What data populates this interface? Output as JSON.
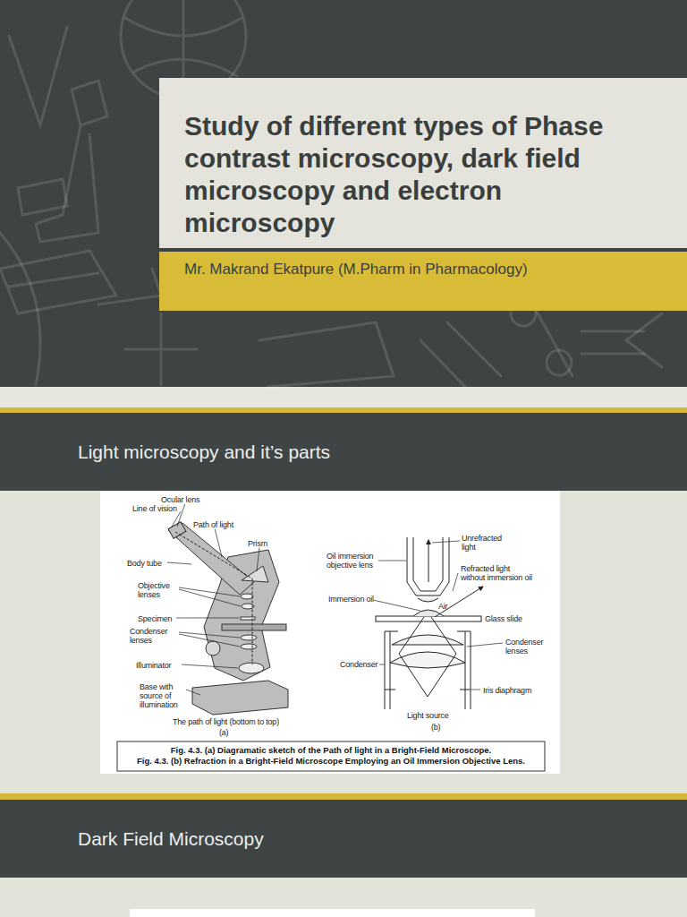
{
  "diagram": {
    "nodes": [
      {
        "text": [
          "Study of different types of Phase contrast microscopy, dark field microscopy and electron microscopy"
        ]
      },
      {
        "text": [
          "Mr. Makrand Ekatpure (M.Pharm in Pharmacology)"
        ]
      },
      {
        "text": [
          "Light microscopy and it’s parts"
        ]
      },
      {
        "text": [
          "Fig. 4.3. (a) Diagramatic sketch of the Path of light in a Bright-Field Microscope.",
          "Fig. 4.3. (b) Refraction in a Bright-Field Microscope Employing an Oil Immersion Objective Lens."
        ]
      },
      {
        "text": [
          "Dark Field Microscopy"
        ]
      }
    ],
    "labels": [
      "Ocular lens",
      "Line of vision",
      "Path of light",
      "Prism",
      "Body tube",
      "Objective lenses",
      "Specimen",
      "Condenser lenses",
      "Illuminator",
      "Base with source of illumination",
      "The path of light (bottom to top)",
      "(a)",
      "Unrefracted light",
      "Oil immersion objective lens",
      "Refracted light without immersion oil",
      "Immersion oil",
      "Air",
      "Glass slide",
      "Condenser lenses",
      "Condenser",
      "Iris diaphragm",
      "Light source",
      "(b)"
    ]
  }
}
